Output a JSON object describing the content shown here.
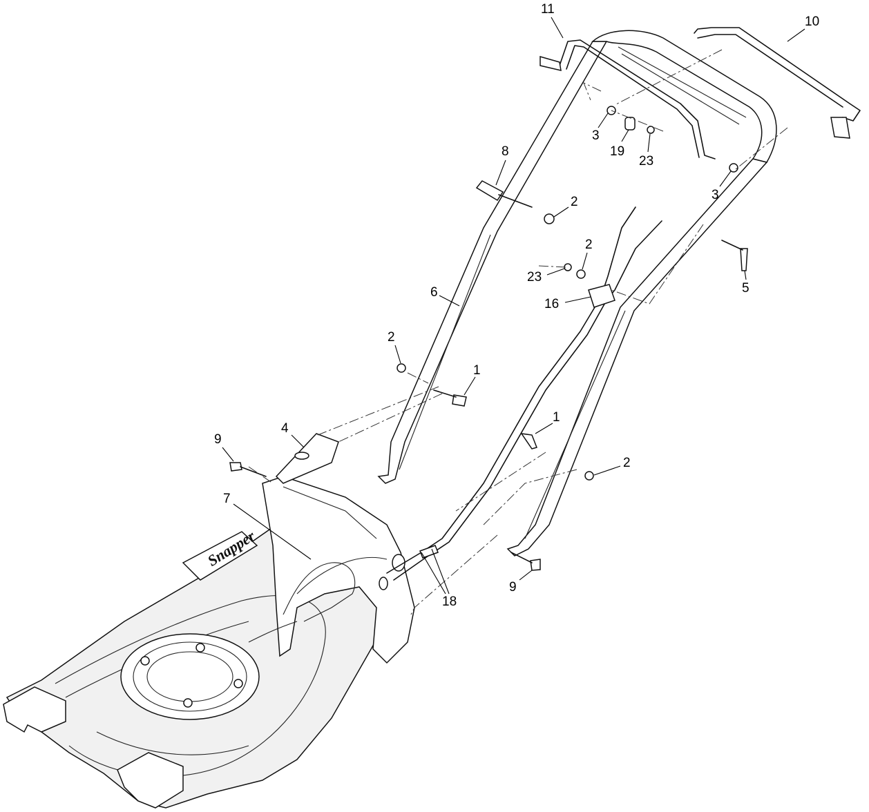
{
  "logo_text": "Snapper",
  "callouts": {
    "c1a": "1",
    "c1b": "1",
    "c2a": "2",
    "c2b": "2",
    "c2c": "2",
    "c2d": "2",
    "c3a": "3",
    "c3b": "3",
    "c4": "4",
    "c5": "5",
    "c6": "6",
    "c7": "7",
    "c8": "8",
    "c9a": "9",
    "c9b": "9",
    "c10": "10",
    "c11": "11",
    "c16": "16",
    "c18": "18",
    "c19": "19",
    "c23a": "23",
    "c23b": "23"
  }
}
